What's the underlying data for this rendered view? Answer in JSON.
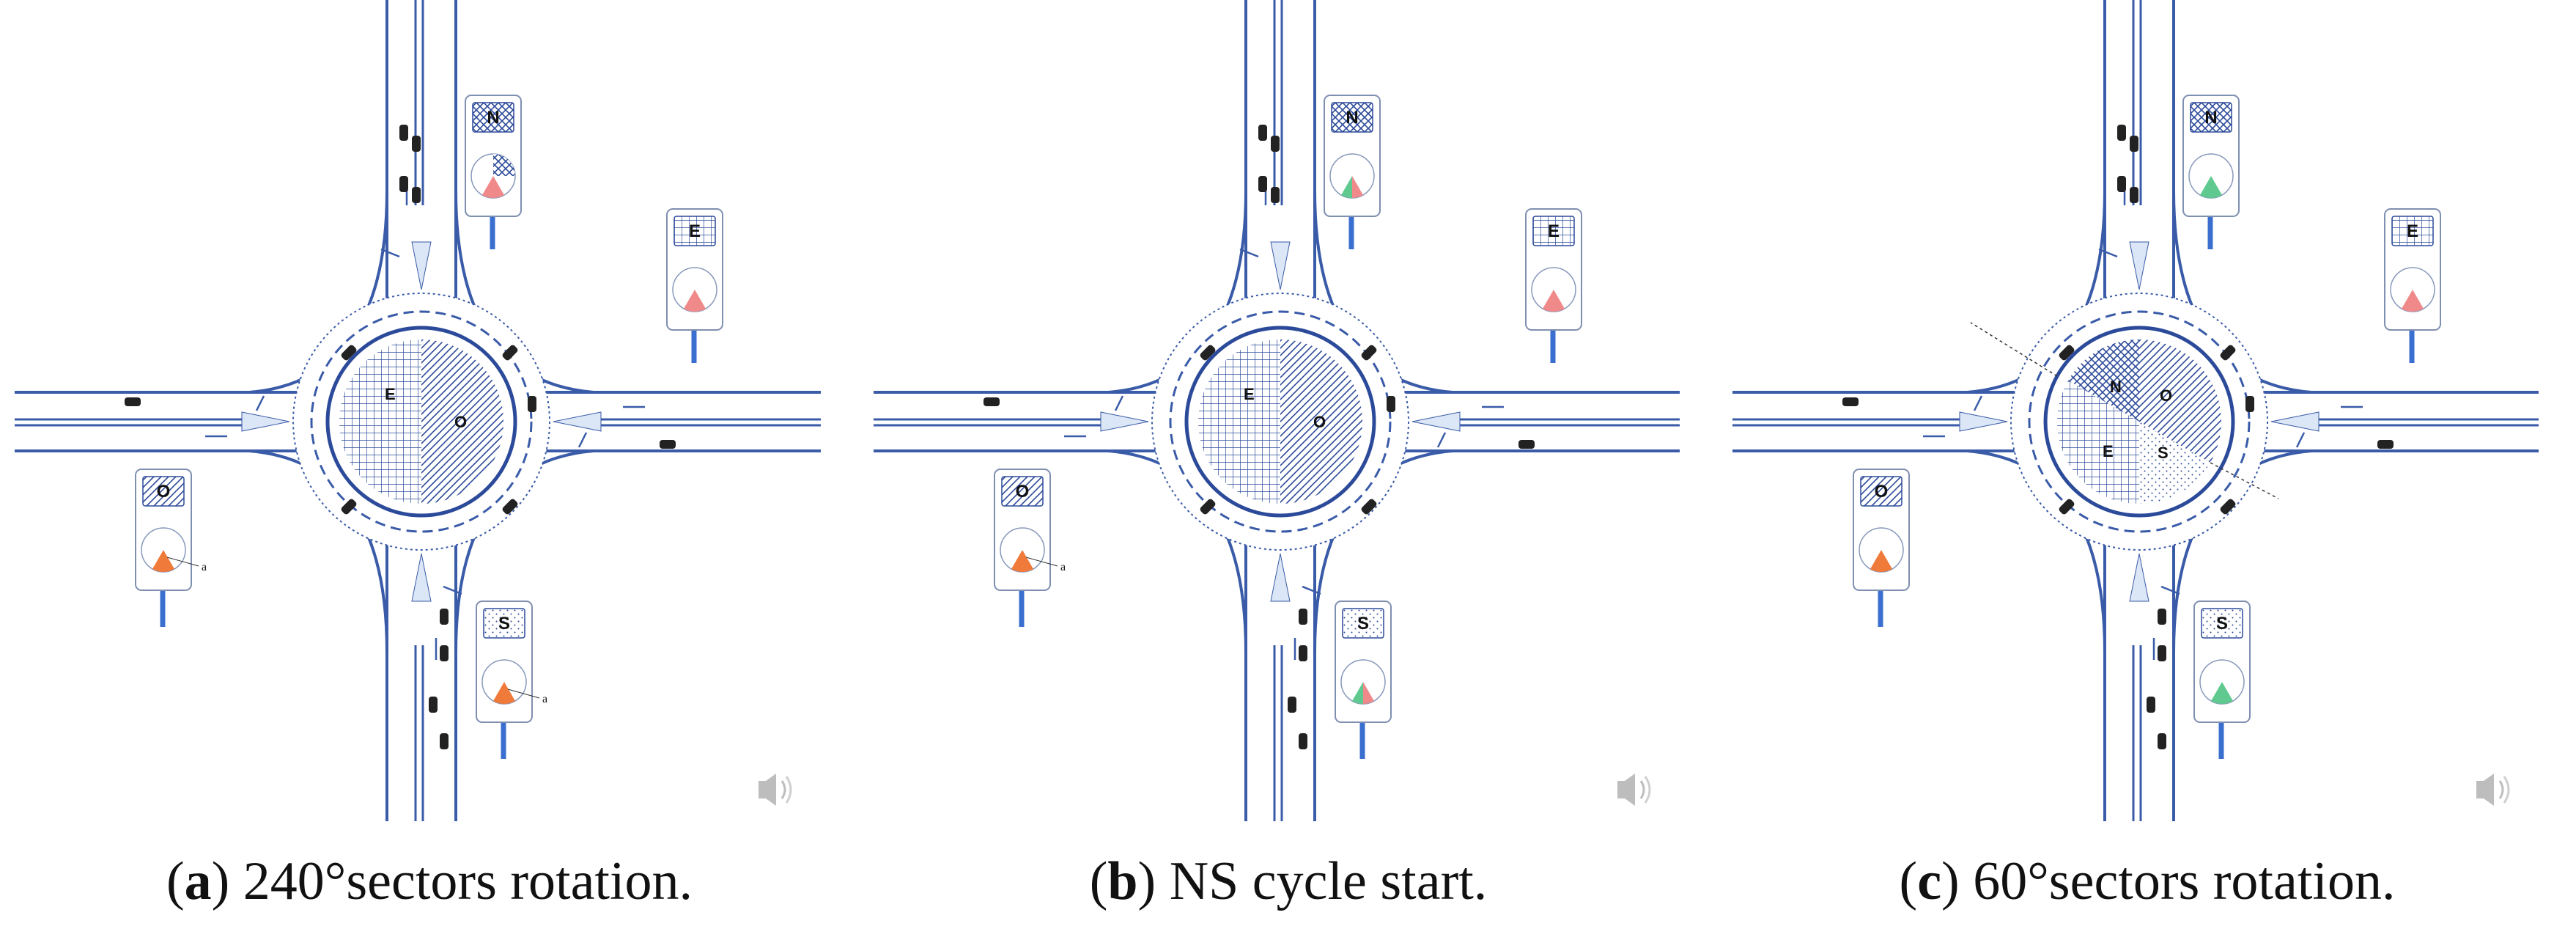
{
  "colors": {
    "road": "#3a5ba8",
    "island": "#2c4a9a",
    "light_blue": "#dbe6f6",
    "red_sector": "#f08a8a",
    "orange_sector": "#f07a3a",
    "green_sector": "#5fc98f"
  },
  "icons": [
    "speaker-icon",
    "car-icon",
    "traffic-signal-icon"
  ],
  "panels": [
    {
      "id": "a",
      "caption": {
        "open": "(",
        "letter": "a",
        "close": ")",
        "text": " 240°sectors rotation."
      },
      "island_labels": [
        "E",
        "O"
      ],
      "signals": [
        {
          "label": "N",
          "sector": "red",
          "annot": ""
        },
        {
          "label": "E",
          "sector": "red",
          "annot": ""
        },
        {
          "label": "O",
          "sector": "orange",
          "annot": "a"
        },
        {
          "label": "S",
          "sector": "orange",
          "annot": "a"
        }
      ]
    },
    {
      "id": "b",
      "caption": {
        "open": "(",
        "letter": "b",
        "close": ")",
        "text": " NS cycle start."
      },
      "island_labels": [
        "E",
        "O"
      ],
      "signals": [
        {
          "label": "N",
          "sector": "green-red",
          "annot": ""
        },
        {
          "label": "E",
          "sector": "red",
          "annot": ""
        },
        {
          "label": "O",
          "sector": "orange",
          "annot": "a"
        },
        {
          "label": "S",
          "sector": "green-red",
          "annot": ""
        }
      ]
    },
    {
      "id": "c",
      "caption": {
        "open": "(",
        "letter": "c",
        "close": ")",
        "text": " 60°sectors rotation."
      },
      "island_labels": [
        "N",
        "O",
        "E",
        "S"
      ],
      "signals": [
        {
          "label": "N",
          "sector": "green",
          "annot": ""
        },
        {
          "label": "E",
          "sector": "red",
          "annot": ""
        },
        {
          "label": "O",
          "sector": "orange",
          "annot": ""
        },
        {
          "label": "S",
          "sector": "green",
          "annot": ""
        }
      ]
    }
  ]
}
